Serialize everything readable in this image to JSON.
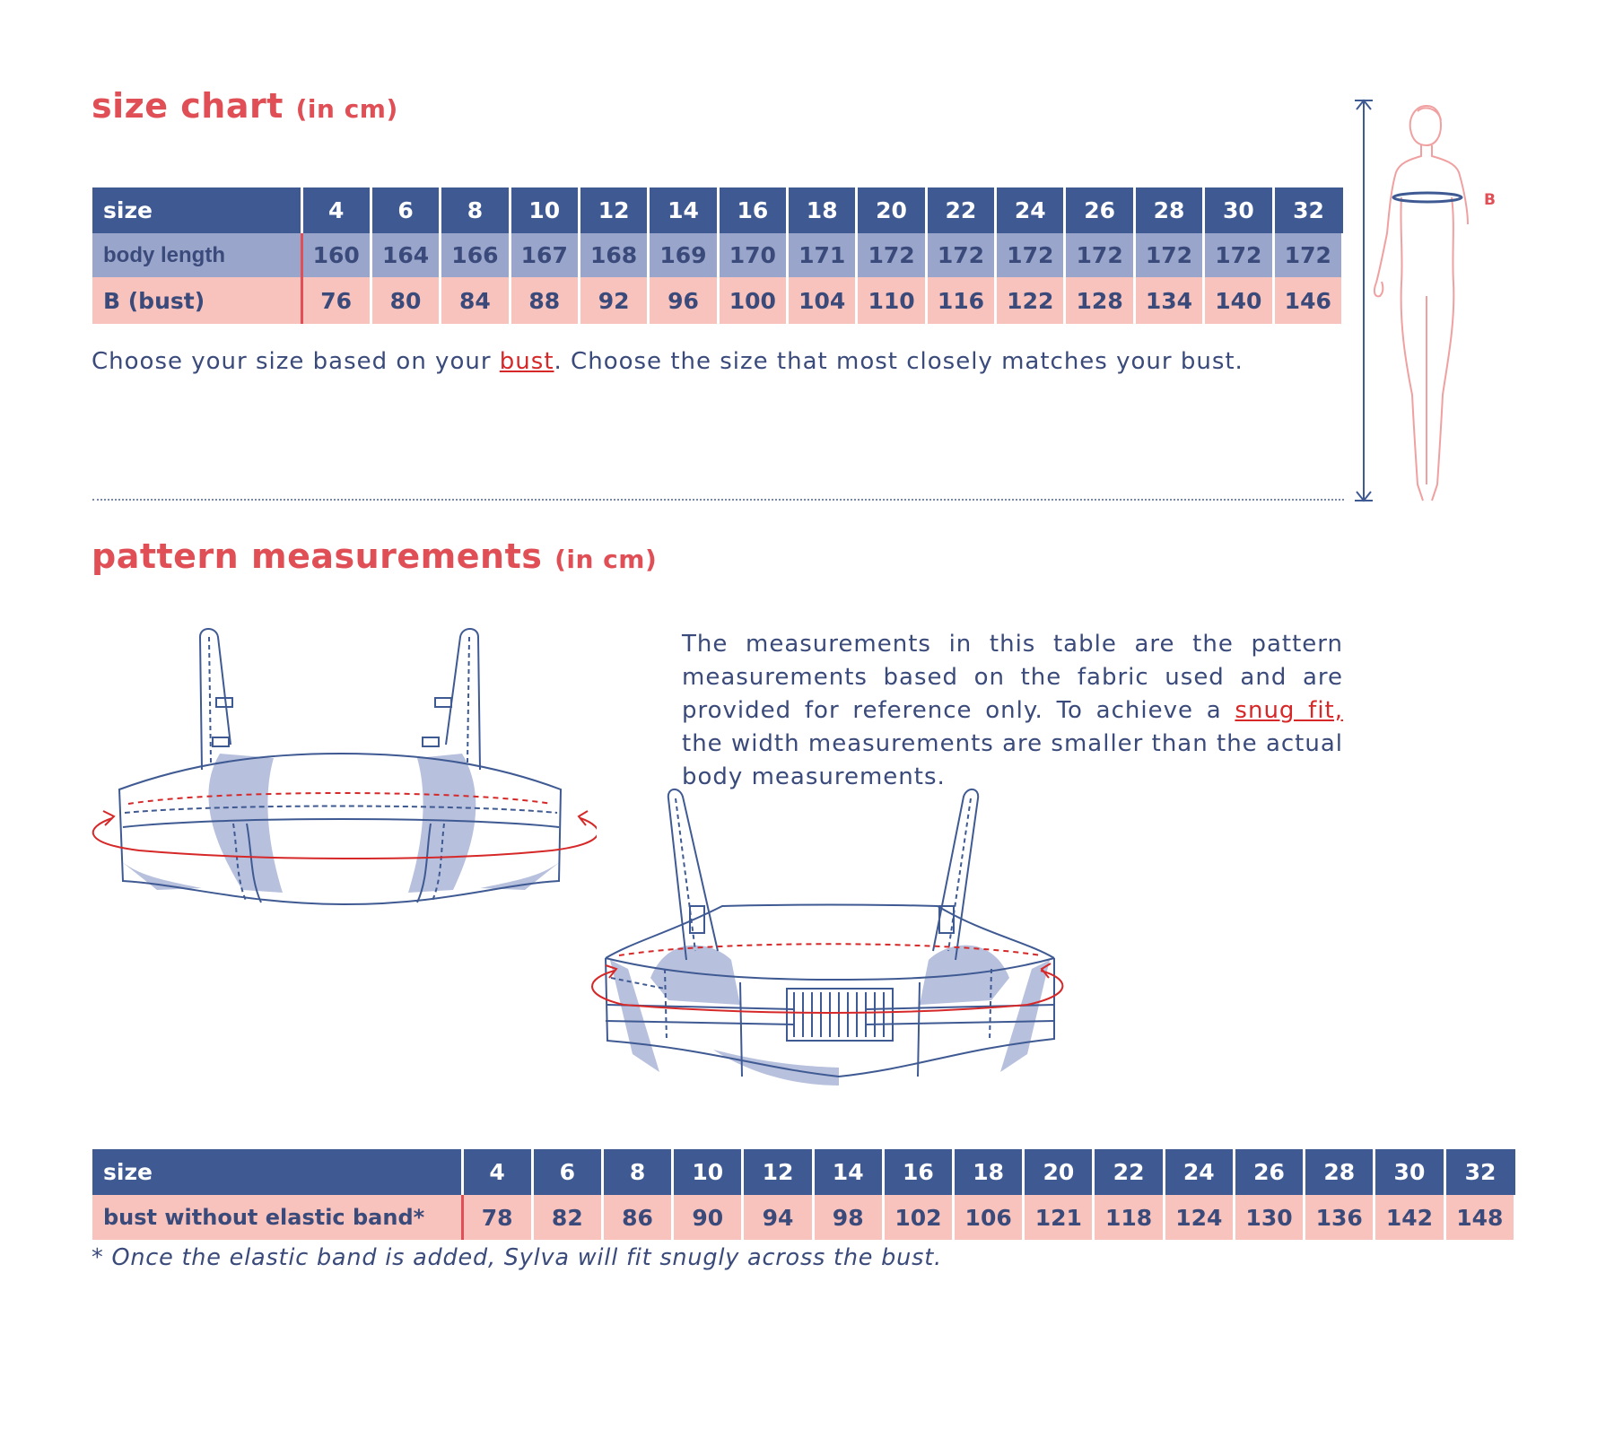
{
  "size_chart": {
    "title": "size chart",
    "unit": "(in cm)",
    "header_label": "size",
    "sizes": [
      "4",
      "6",
      "8",
      "10",
      "12",
      "14",
      "16",
      "18",
      "20",
      "22",
      "24",
      "26",
      "28",
      "30",
      "32"
    ],
    "body_length_label": "body length",
    "body_length": [
      "160",
      "164",
      "166",
      "167",
      "168",
      "169",
      "170",
      "171",
      "172",
      "172",
      "172",
      "172",
      "172",
      "172",
      "172"
    ],
    "bust_label": "B (bust)",
    "bust": [
      "76",
      "80",
      "84",
      "88",
      "92",
      "96",
      "100",
      "104",
      "110",
      "116",
      "122",
      "128",
      "134",
      "140",
      "146"
    ],
    "instruction_pre": "Choose your size based on your ",
    "instruction_link": "bust",
    "instruction_post": ". Choose the size that most closely matches your bust.",
    "figure_label": "B"
  },
  "pattern": {
    "title": "pattern measurements",
    "unit": "(in cm)",
    "description_pre": "The measurements in this table are the pattern measurements based on the fabric used and are provided for reference only. To achieve a ",
    "description_link": "snug fit,",
    "description_post": " the width measurements are smaller than the actual body measurements.",
    "header_label": "size",
    "sizes": [
      "4",
      "6",
      "8",
      "10",
      "12",
      "14",
      "16",
      "18",
      "20",
      "22",
      "24",
      "26",
      "28",
      "30",
      "32"
    ],
    "bust_label": "bust without elastic band*",
    "bust": [
      "78",
      "82",
      "86",
      "90",
      "94",
      "98",
      "102",
      "106",
      "121",
      "118",
      "124",
      "130",
      "136",
      "142",
      "148"
    ],
    "footnote": "* Once the elastic band is added, Sylva will fit snugly across the bust."
  },
  "colors": {
    "navy": "#3f5a93",
    "lavender": "#9aa5cb",
    "pink": "#f9c3bd",
    "red": "#e04f55",
    "text": "#3a4a7a"
  }
}
